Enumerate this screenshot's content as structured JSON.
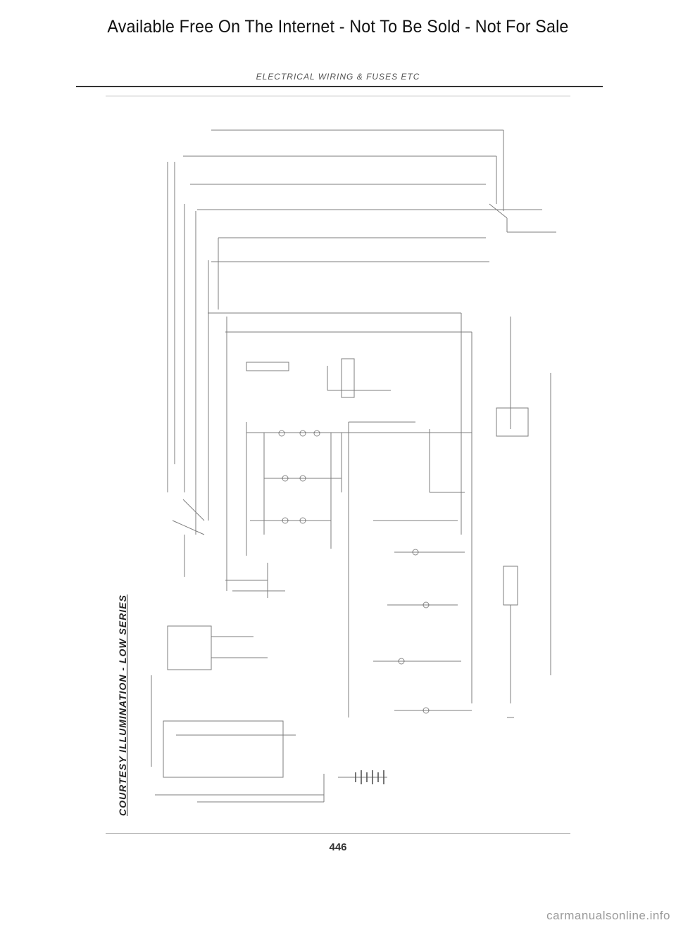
{
  "header": {
    "banner": "Available Free On The Internet - Not To Be Sold - Not For Sale",
    "section_title": "ELECTRICAL WIRING & FUSES ETC"
  },
  "diagram": {
    "title": "COURTESY ILLUMINATION - LOW SERIES"
  },
  "footer": {
    "page_number": "446",
    "watermark": "carmanualsonline.info"
  }
}
